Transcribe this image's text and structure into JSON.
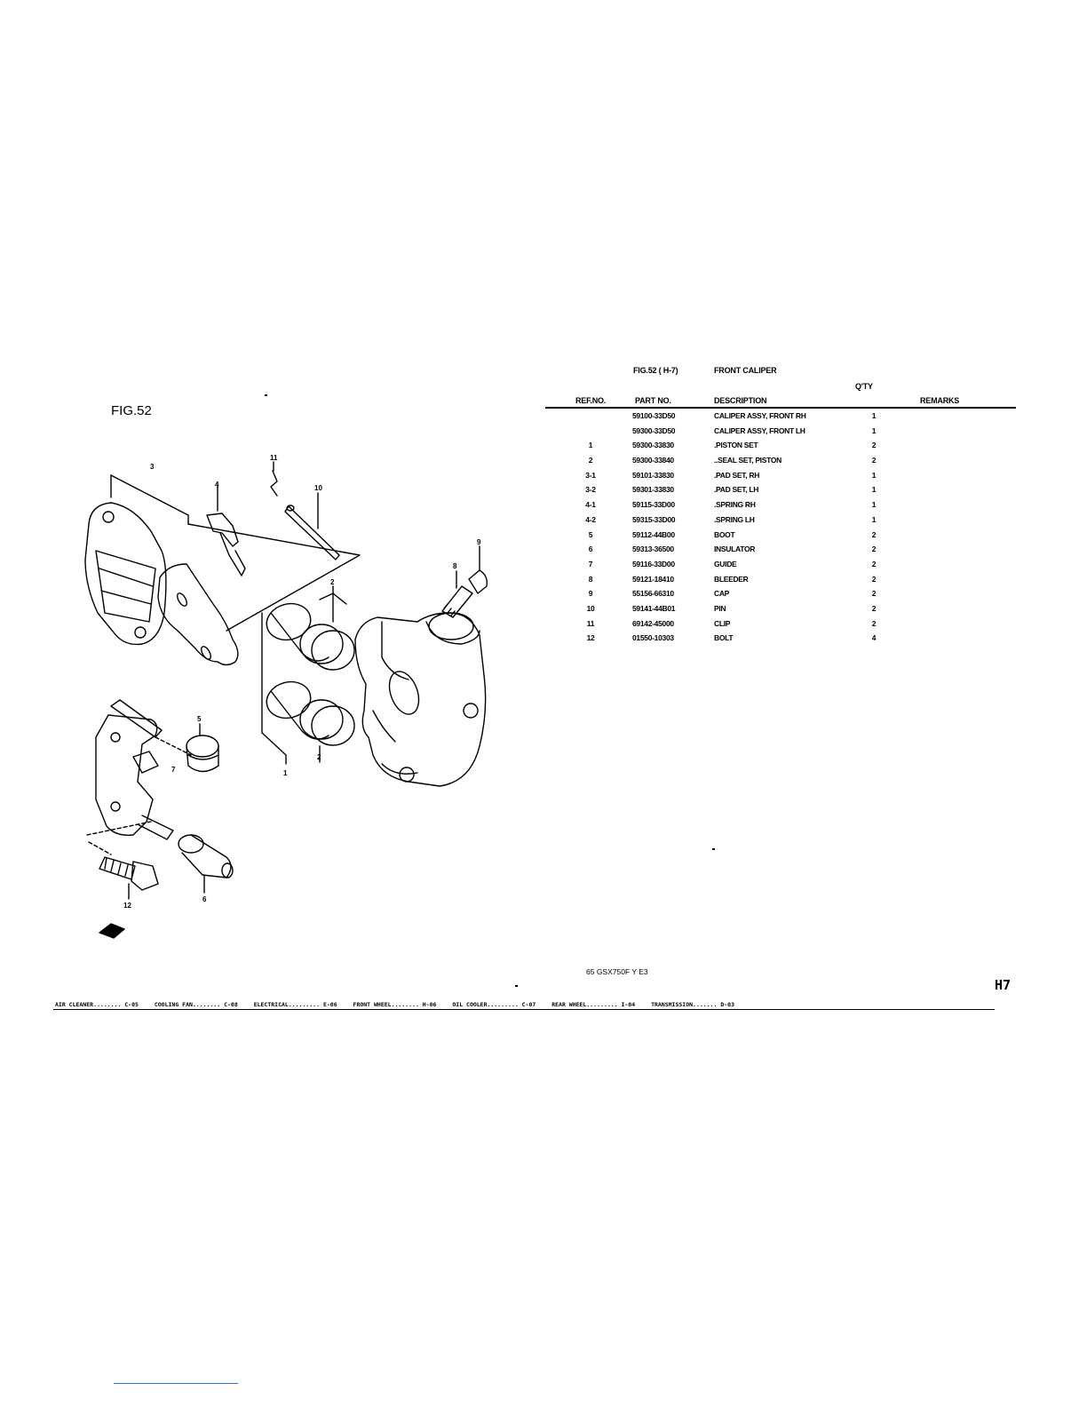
{
  "figure": {
    "label": "FIG.52",
    "callouts": [
      "1",
      "2",
      "2",
      "3",
      "4",
      "5",
      "6",
      "7",
      "8",
      "9",
      "10",
      "11",
      "12"
    ]
  },
  "table": {
    "fig_ref": "FIG.52 ( H-7)",
    "title": "FRONT CALIPER",
    "columns": {
      "ref": "REF.NO.",
      "part": "PART NO.",
      "desc": "DESCRIPTION",
      "qty": "Q'TY",
      "remarks": "REMARKS"
    },
    "rows": [
      {
        "ref": "",
        "part": "59100-33D50",
        "desc": "CALIPER ASSY, FRONT RH",
        "qty": "1"
      },
      {
        "ref": "",
        "part": "59300-33D50",
        "desc": "CALIPER ASSY, FRONT LH",
        "qty": "1"
      },
      {
        "ref": "1",
        "part": "59300-33830",
        "desc": ".PISTON SET",
        "qty": "2"
      },
      {
        "ref": "2",
        "part": "59300-33840",
        "desc": "..SEAL SET, PISTON",
        "qty": "2"
      },
      {
        "ref": "3-1",
        "part": "59101-33830",
        "desc": ".PAD SET, RH",
        "qty": "1"
      },
      {
        "ref": "3-2",
        "part": "59301-33830",
        "desc": ".PAD SET, LH",
        "qty": "1"
      },
      {
        "ref": "4-1",
        "part": "59115-33D00",
        "desc": ".SPRING RH",
        "qty": "1"
      },
      {
        "ref": "4-2",
        "part": "59315-33D00",
        "desc": ".SPRING LH",
        "qty": "1"
      },
      {
        "ref": "5",
        "part": "59112-44B00",
        "desc": "BOOT",
        "qty": "2"
      },
      {
        "ref": "6",
        "part": "59313-36500",
        "desc": "INSULATOR",
        "qty": "2"
      },
      {
        "ref": "7",
        "part": "59116-33D00",
        "desc": "GUIDE",
        "qty": "2"
      },
      {
        "ref": "8",
        "part": "59121-18410",
        "desc": "BLEEDER",
        "qty": "2"
      },
      {
        "ref": "9",
        "part": "55156-66310",
        "desc": "CAP",
        "qty": "2"
      },
      {
        "ref": "10",
        "part": "59141-44B01",
        "desc": "PIN",
        "qty": "2"
      },
      {
        "ref": "11",
        "part": "69142-45000",
        "desc": "CLIP",
        "qty": "2"
      },
      {
        "ref": "12",
        "part": "01550-10303",
        "desc": "BOLT",
        "qty": "4"
      }
    ]
  },
  "footer": {
    "model": "65 GSX750F Y E3",
    "page_code": "H7",
    "index": [
      "AIR CLEANER........ C-05",
      "COOLING FAN........ C-08",
      "ELECTRICAL......... E-06",
      "FRONT WHEEL........ H-06",
      "OIL COOLER......... C-07",
      "REAR WHEEL......... I-04",
      "TRANSMISSION....... D-03"
    ]
  }
}
